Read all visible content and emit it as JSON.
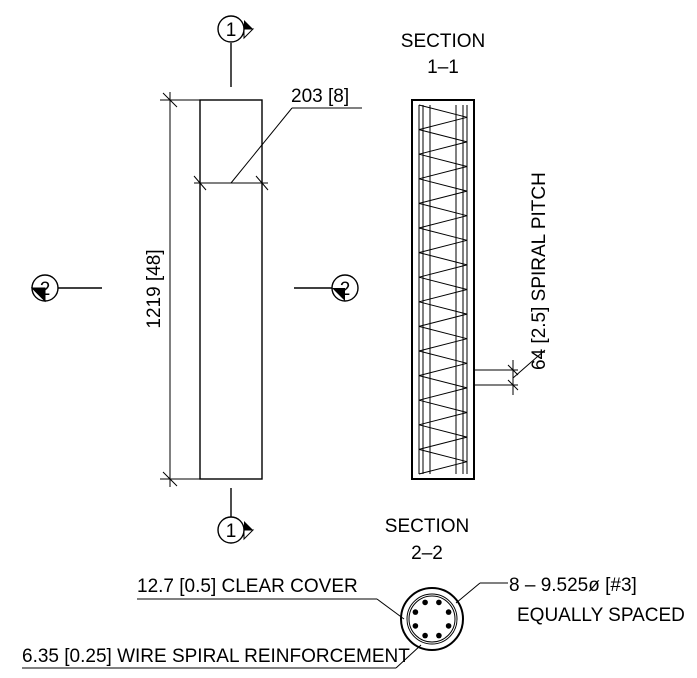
{
  "section_marks": {
    "top_1": "1",
    "bottom_1": "1",
    "left_2": "2",
    "right_2": "2"
  },
  "section_1_1": {
    "line1": "SECTION",
    "line2": "1–1"
  },
  "section_2_2": {
    "line1": "SECTION",
    "line2": "2–2"
  },
  "dims": {
    "width": "203 [8]",
    "height": "1219 [48]",
    "pitch": "64 [2.5] SPIRAL PITCH"
  },
  "notes": {
    "clear_cover": "12.7 [0.5] CLEAR COVER",
    "bars_line1": "8 – 9.525ø [#3]",
    "bars_line2": "EQUALLY SPACED",
    "spiral": "6.35 [0.25] WIRE SPIRAL REINFORCEMENT"
  }
}
